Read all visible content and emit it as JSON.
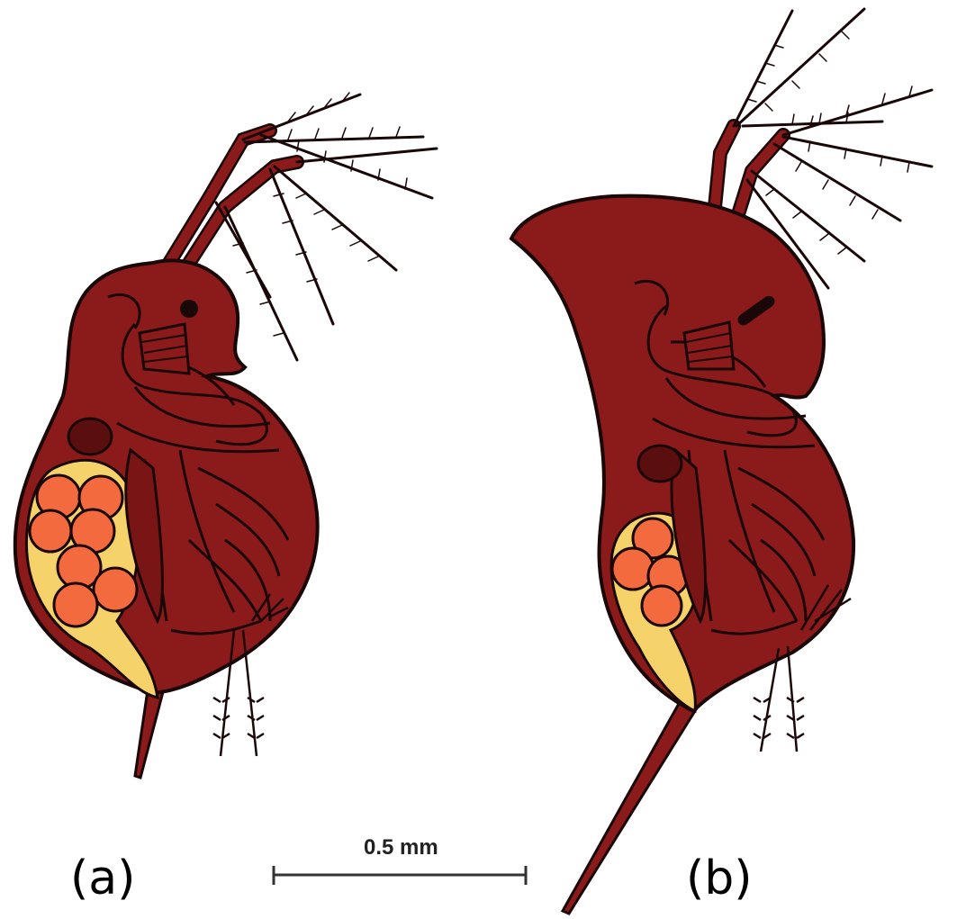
{
  "figure": {
    "panel_a_label": "(a)",
    "panel_b_label": "(b)",
    "scale_bar_label": "0.5 mm"
  },
  "colors": {
    "body": "#8b1a1a",
    "outline": "#1a0707",
    "brood_pouch": "#f6d36a",
    "eggs": "#f26a3d",
    "background": "#ffffff"
  }
}
